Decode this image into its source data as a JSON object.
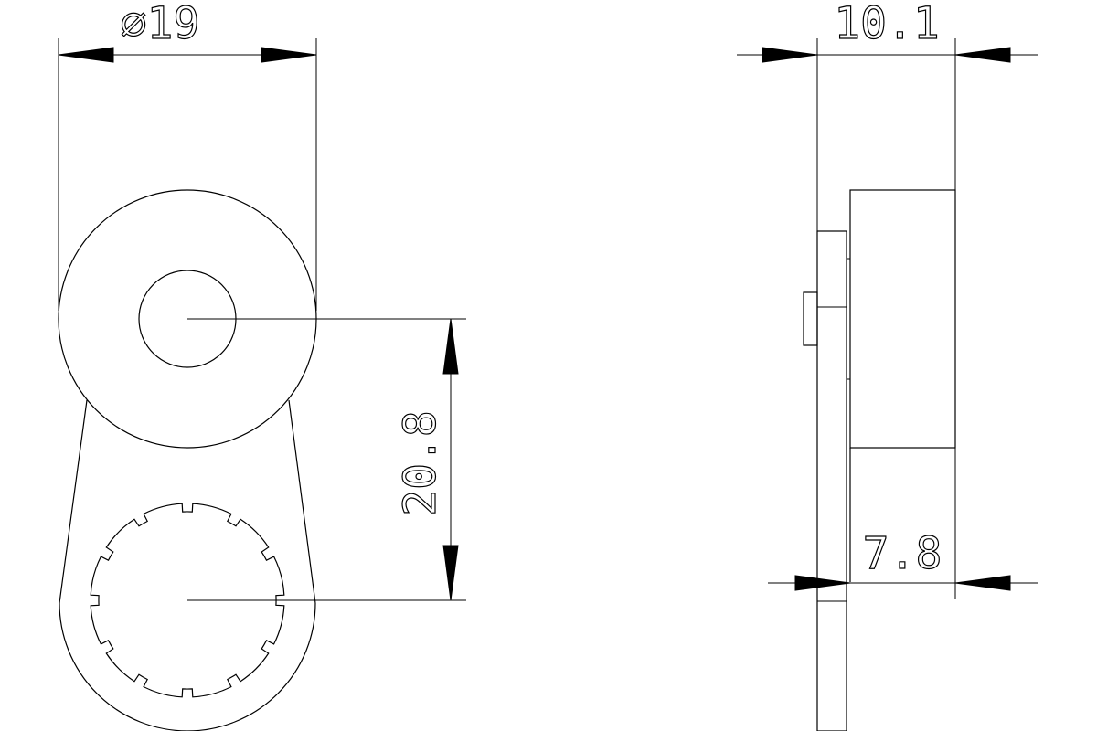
{
  "dimensions": {
    "outer_diameter": "∅19",
    "center_distance": "20.8",
    "total_thickness": "10.1",
    "body_thickness": "7.8"
  }
}
